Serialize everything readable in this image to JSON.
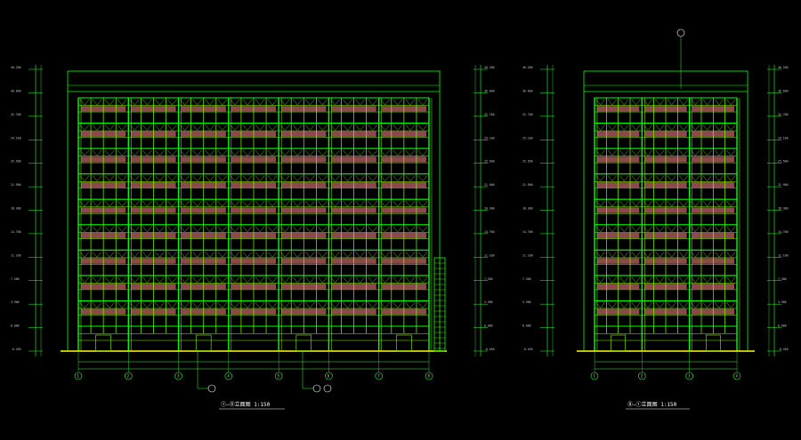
{
  "colors": {
    "background": "#000000",
    "frame": "#00ff00",
    "mullion": "#7fff00",
    "window_band": "#8b4a4a",
    "dimension": "#33ff33",
    "ground": "#ffff00",
    "text": "#c8c8c8",
    "caption": "#ffffff"
  },
  "elevations": [
    {
      "id": "left",
      "bays": 7,
      "floors": 9,
      "caption": "①—⑧立面图 1:150",
      "axis_labels": [
        "1",
        "2",
        "3",
        "4",
        "5",
        "6",
        "7",
        "8"
      ]
    },
    {
      "id": "right",
      "bays": 3,
      "floors": 9,
      "caption": "⑧—①立面图 1:150",
      "axis_labels": [
        "1",
        "2",
        "3",
        "4"
      ]
    }
  ],
  "level_marks": [
    "-0.450",
    "0.000",
    "3.900",
    "7.500",
    "11.100",
    "14.700",
    "18.300",
    "21.900",
    "25.500",
    "29.100",
    "32.700",
    "36.600",
    "40.200"
  ]
}
